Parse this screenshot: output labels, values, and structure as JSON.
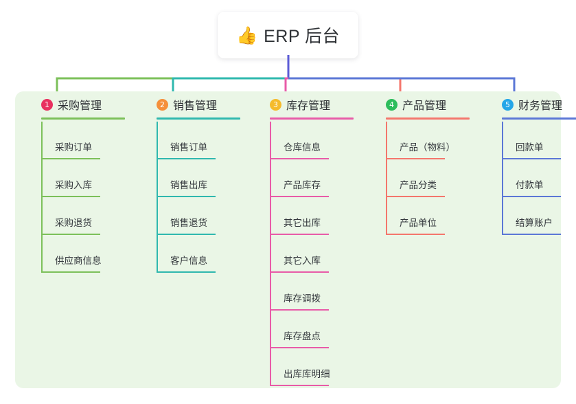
{
  "root": {
    "icon": "thumbs-up-emoji",
    "emoji": "👍",
    "title": "ERP 后台"
  },
  "palette": {
    "panel_background": "#eaf6e6",
    "page_background": "#ffffff",
    "root_stem": "#5b5bd6",
    "text": "#2f3236"
  },
  "columns": [
    {
      "number": "1",
      "title": "采购管理",
      "badge_color": "#e8315f",
      "line_color": "#7cc05a",
      "items": [
        {
          "label": "采购订单"
        },
        {
          "label": "采购入库"
        },
        {
          "label": "采购退货"
        },
        {
          "label": "供应商信息"
        }
      ]
    },
    {
      "number": "2",
      "title": "销售管理",
      "badge_color": "#f5903b",
      "line_color": "#2fb8ae",
      "items": [
        {
          "label": "销售订单"
        },
        {
          "label": "销售出库"
        },
        {
          "label": "销售退货"
        },
        {
          "label": "客户信息"
        }
      ]
    },
    {
      "number": "3",
      "title": "库存管理",
      "badge_color": "#f5bb2b",
      "line_color": "#e85ba8",
      "items": [
        {
          "label": "仓库信息"
        },
        {
          "label": "产品库存"
        },
        {
          "label": "其它出库"
        },
        {
          "label": "其它入库"
        },
        {
          "label": "库存调拨"
        },
        {
          "label": "库存盘点"
        },
        {
          "label": "出库库明细"
        }
      ]
    },
    {
      "number": "4",
      "title": "产品管理",
      "badge_color": "#2dbd5c",
      "line_color": "#f4766c",
      "items": [
        {
          "label": "产品（物料）"
        },
        {
          "label": "产品分类"
        },
        {
          "label": "产品单位"
        }
      ]
    },
    {
      "number": "5",
      "title": "财务管理",
      "badge_color": "#24a6e8",
      "line_color": "#5b77d6",
      "items": [
        {
          "label": "回款单"
        },
        {
          "label": "付款单"
        },
        {
          "label": "结算账户"
        }
      ]
    }
  ]
}
